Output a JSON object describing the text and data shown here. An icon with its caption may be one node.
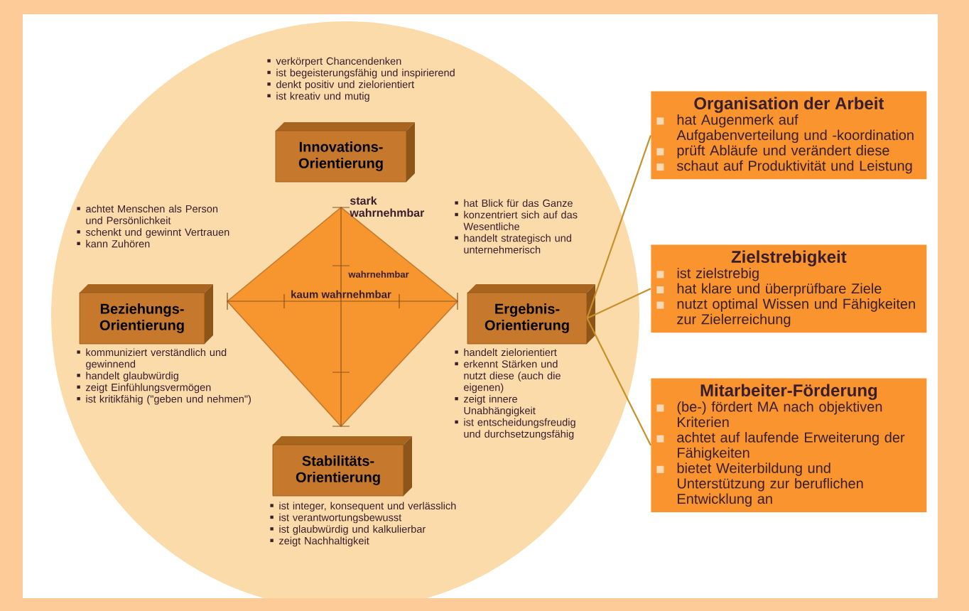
{
  "diagram": {
    "nodes": [
      {
        "text": [
          "Innovations- Orientierung"
        ],
        "beside": [
          "verkörpert Chancendenken",
          "ist begeisterungsfähig und inspirierend",
          "denkt positiv und zielorientiert",
          "ist kreativ und mutig"
        ]
      },
      {
        "text": [
          "Beziehungs- Orientierung"
        ],
        "beside": [
          "achtet Menschen als Person und Persönlichkeit",
          "schenkt und gewinnt Vertrauen",
          "kann Zuhören",
          "kommuniziert verständlich und gewinnend",
          "handelt glaubwürdig",
          "zeigt Einfühlungsvermögen",
          "ist kritikfähig (\"geben und nehmen\")"
        ]
      },
      {
        "text": [
          "Ergebnis- Orientierung"
        ],
        "beside": [
          "hat Blick für das Ganze",
          "konzentriert sich auf das Wesentliche",
          "handelt strategisch und unternehmerisch",
          "handelt zielorientiert",
          "erkennt Stärken und nutzt diese (auch die eigenen)",
          "zeigt innere Unabhängigkeit",
          "ist entscheidungsfreudig und durchsetzungsfähig"
        ]
      },
      {
        "text": [
          "Stabilitäts- Orientierung"
        ],
        "beside": [
          "ist integer, konsequent und verlässlich",
          "ist verantwortungsbewusst",
          "ist glaubwürdig und kalkulierbar",
          "zeigt Nachhaltigkeit"
        ]
      },
      {
        "text": [
          "Organisation der Arbeit",
          "hat Augenmerk auf Aufgabenverteilung und -koordination",
          "prüft Abläufe und verändert diese",
          "schaut auf Produktivität und Leistung"
        ]
      },
      {
        "text": [
          "Zielstrebigkeit",
          "ist zielstrebig",
          "hat klare und überprüfbare Ziele",
          "nutzt optimal Wissen und Fähigkeiten zur Zielerreichung"
        ]
      },
      {
        "text": [
          "Mitarbeiter-Förderung",
          "(be-) fördert MA nach objektiven Kriterien",
          "achtet auf laufende Erweiterung der Fähigkeiten",
          "bietet Weiterbildung und Unterstützung zur beruflichen Entwicklung an"
        ]
      }
    ],
    "edges": [
      {
        "from": 2,
        "to": 4,
        "arrow": "none"
      },
      {
        "from": 2,
        "to": 5,
        "arrow": "none"
      },
      {
        "from": 2,
        "to": 6,
        "arrow": "none"
      }
    ],
    "labels": [
      "stark wahrnehmbar",
      "wahrnehmbar",
      "kaum wahrnehmbar"
    ]
  }
}
